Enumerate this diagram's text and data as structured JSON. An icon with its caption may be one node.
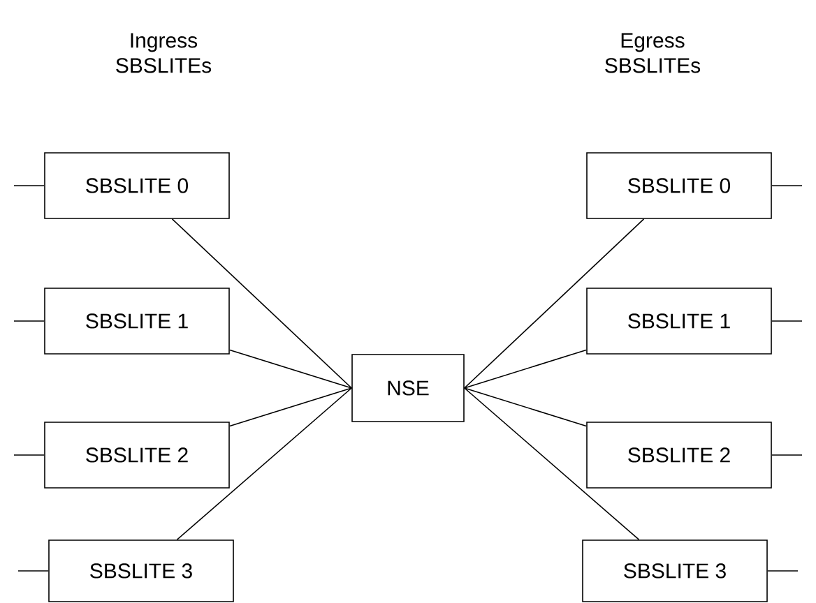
{
  "diagram": {
    "nodes": [
      {
        "text": [
          "SBSLITE 0"
        ]
      },
      {
        "text": [
          "SBSLITE 1"
        ]
      },
      {
        "text": [
          "SBSLITE 2"
        ]
      },
      {
        "text": [
          "SBSLITE 3"
        ]
      },
      {
        "text": [
          "NSE"
        ]
      },
      {
        "text": [
          "SBSLITE 0"
        ]
      },
      {
        "text": [
          "SBSLITE 1"
        ]
      },
      {
        "text": [
          "SBSLITE 2"
        ]
      },
      {
        "text": [
          "SBSLITE 3"
        ]
      }
    ],
    "edges": [
      {
        "from": 0,
        "to": 4,
        "arrow": "none"
      },
      {
        "from": 1,
        "to": 4,
        "arrow": "none"
      },
      {
        "from": 2,
        "to": 4,
        "arrow": "none"
      },
      {
        "from": 3,
        "to": 4,
        "arrow": "none"
      },
      {
        "from": 4,
        "to": 5,
        "arrow": "none"
      },
      {
        "from": 4,
        "to": 6,
        "arrow": "none"
      },
      {
        "from": 4,
        "to": 7,
        "arrow": "none"
      },
      {
        "from": 4,
        "to": 8,
        "arrow": "none"
      },
      {
        "from": null,
        "to": 0,
        "arrow": "none"
      },
      {
        "from": null,
        "to": 1,
        "arrow": "none"
      },
      {
        "from": null,
        "to": 2,
        "arrow": "none"
      },
      {
        "from": null,
        "to": 3,
        "arrow": "none"
      },
      {
        "from": 5,
        "to": null,
        "arrow": "none"
      },
      {
        "from": 6,
        "to": null,
        "arrow": "none"
      },
      {
        "from": 7,
        "to": null,
        "arrow": "none"
      },
      {
        "from": 8,
        "to": null,
        "arrow": "none"
      }
    ],
    "labels": [
      "Ingress SBSLITEs",
      "Egress SBSLITEs"
    ]
  }
}
